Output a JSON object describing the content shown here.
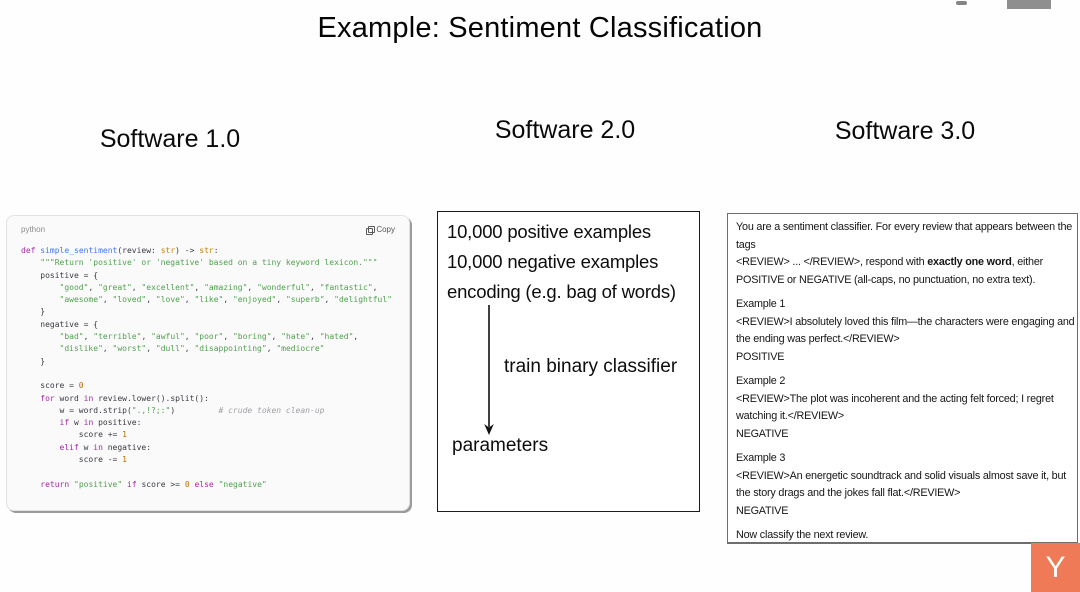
{
  "slide": {
    "title": "Example: Sentiment Classification",
    "columns": [
      {
        "label": "Software 1.0"
      },
      {
        "label": "Software 2.0"
      },
      {
        "label": "Software 3.0"
      }
    ]
  },
  "code_block": {
    "language_label": "python",
    "copy_label": "Copy",
    "colors": {
      "background": "#fafafa",
      "plain": "#383a42",
      "keyword": "#a626a4",
      "function": "#4078f2",
      "string": "#50a14f",
      "number": "#b76b01",
      "type": "#c18401",
      "comment": "#a0a1a7"
    },
    "lines": [
      [
        [
          "kw",
          "def"
        ],
        [
          "pl",
          " "
        ],
        [
          "fn",
          "simple_sentiment"
        ],
        [
          "pl",
          "(review: "
        ],
        [
          "ty",
          "str"
        ],
        [
          "pl",
          ") -> "
        ],
        [
          "ty",
          "str"
        ],
        [
          "pl",
          ":"
        ]
      ],
      [
        [
          "pl",
          "    "
        ],
        [
          "str",
          "\"\"\"Return 'positive' or 'negative' based on a tiny keyword lexicon.\"\"\""
        ]
      ],
      [
        [
          "pl",
          "    positive = {"
        ]
      ],
      [
        [
          "pl",
          "        "
        ],
        [
          "str",
          "\"good\""
        ],
        [
          "pl",
          ", "
        ],
        [
          "str",
          "\"great\""
        ],
        [
          "pl",
          ", "
        ],
        [
          "str",
          "\"excellent\""
        ],
        [
          "pl",
          ", "
        ],
        [
          "str",
          "\"amazing\""
        ],
        [
          "pl",
          ", "
        ],
        [
          "str",
          "\"wonderful\""
        ],
        [
          "pl",
          ", "
        ],
        [
          "str",
          "\"fantastic\""
        ],
        [
          "pl",
          ","
        ]
      ],
      [
        [
          "pl",
          "        "
        ],
        [
          "str",
          "\"awesome\""
        ],
        [
          "pl",
          ", "
        ],
        [
          "str",
          "\"loved\""
        ],
        [
          "pl",
          ", "
        ],
        [
          "str",
          "\"love\""
        ],
        [
          "pl",
          ", "
        ],
        [
          "str",
          "\"like\""
        ],
        [
          "pl",
          ", "
        ],
        [
          "str",
          "\"enjoyed\""
        ],
        [
          "pl",
          ", "
        ],
        [
          "str",
          "\"superb\""
        ],
        [
          "pl",
          ", "
        ],
        [
          "str",
          "\"delightful\""
        ]
      ],
      [
        [
          "pl",
          "    }"
        ]
      ],
      [
        [
          "pl",
          "    negative = {"
        ]
      ],
      [
        [
          "pl",
          "        "
        ],
        [
          "str",
          "\"bad\""
        ],
        [
          "pl",
          ", "
        ],
        [
          "str",
          "\"terrible\""
        ],
        [
          "pl",
          ", "
        ],
        [
          "str",
          "\"awful\""
        ],
        [
          "pl",
          ", "
        ],
        [
          "str",
          "\"poor\""
        ],
        [
          "pl",
          ", "
        ],
        [
          "str",
          "\"boring\""
        ],
        [
          "pl",
          ", "
        ],
        [
          "str",
          "\"hate\""
        ],
        [
          "pl",
          ", "
        ],
        [
          "str",
          "\"hated\""
        ],
        [
          "pl",
          ","
        ]
      ],
      [
        [
          "pl",
          "        "
        ],
        [
          "str",
          "\"dislike\""
        ],
        [
          "pl",
          ", "
        ],
        [
          "str",
          "\"worst\""
        ],
        [
          "pl",
          ", "
        ],
        [
          "str",
          "\"dull\""
        ],
        [
          "pl",
          ", "
        ],
        [
          "str",
          "\"disappointing\""
        ],
        [
          "pl",
          ", "
        ],
        [
          "str",
          "\"mediocre\""
        ]
      ],
      [
        [
          "pl",
          "    }"
        ]
      ],
      [],
      [
        [
          "pl",
          "    score = "
        ],
        [
          "num",
          "0"
        ]
      ],
      [
        [
          "pl",
          "    "
        ],
        [
          "kw",
          "for"
        ],
        [
          "pl",
          " word "
        ],
        [
          "kw",
          "in"
        ],
        [
          "pl",
          " review.lower().split():"
        ]
      ],
      [
        [
          "pl",
          "        w = word.strip("
        ],
        [
          "str",
          "\".,!?;:\""
        ],
        [
          "pl",
          ")         "
        ],
        [
          "com",
          "# crude token clean-up"
        ]
      ],
      [
        [
          "pl",
          "        "
        ],
        [
          "kw",
          "if"
        ],
        [
          "pl",
          " w "
        ],
        [
          "kw",
          "in"
        ],
        [
          "pl",
          " positive:"
        ]
      ],
      [
        [
          "pl",
          "            score += "
        ],
        [
          "num",
          "1"
        ]
      ],
      [
        [
          "pl",
          "        "
        ],
        [
          "kw",
          "elif"
        ],
        [
          "pl",
          " w "
        ],
        [
          "kw",
          "in"
        ],
        [
          "pl",
          " negative:"
        ]
      ],
      [
        [
          "pl",
          "            score -= "
        ],
        [
          "num",
          "1"
        ]
      ],
      [],
      [
        [
          "pl",
          "    "
        ],
        [
          "kw",
          "return"
        ],
        [
          "pl",
          " "
        ],
        [
          "str",
          "\"positive\""
        ],
        [
          "pl",
          " "
        ],
        [
          "kw",
          "if"
        ],
        [
          "pl",
          " score >= "
        ],
        [
          "num",
          "0"
        ],
        [
          "pl",
          " "
        ],
        [
          "kw",
          "else"
        ],
        [
          "pl",
          " "
        ],
        [
          "str",
          "\"negative\""
        ]
      ]
    ]
  },
  "ml_box": {
    "lines": [
      "10,000 positive examples",
      "10,000 negative examples",
      "encoding (e.g. bag of words)"
    ],
    "arrow_label": "train binary classifier",
    "output_label": "parameters"
  },
  "prompt_box": {
    "paragraphs": [
      {
        "lines": [
          [
            "You are a sentiment classifier. For every review that appears between the"
          ],
          [
            "tags"
          ],
          [
            "<REVIEW> ... </REVIEW>, respond with ",
            {
              "t": "exactly one word",
              "b": true
            },
            ", either"
          ],
          [
            "POSITIVE or NEGATIVE (all-caps, no punctuation, no extra text)."
          ]
        ]
      },
      {
        "lines": [
          [
            "Example 1"
          ],
          [
            "<REVIEW>I absolutely loved this film—the characters were engaging and"
          ],
          [
            "the ending was perfect.</REVIEW>"
          ],
          [
            "POSITIVE"
          ]
        ]
      },
      {
        "lines": [
          [
            "Example 2"
          ],
          [
            "<REVIEW>The plot was incoherent and the acting felt forced; I regret"
          ],
          [
            "watching it.</REVIEW>"
          ],
          [
            "NEGATIVE"
          ]
        ]
      },
      {
        "lines": [
          [
            "Example 3"
          ],
          [
            "<REVIEW>An energetic soundtrack and solid visuals almost save it, but"
          ],
          [
            "the story drags and the jokes fall flat.</REVIEW>"
          ],
          [
            "NEGATIVE"
          ]
        ]
      },
      {
        "lines": [
          [
            "Now classify the next review."
          ]
        ]
      }
    ]
  },
  "branding": {
    "logo_letter": "Y",
    "logo_color": "#ee7a58"
  }
}
